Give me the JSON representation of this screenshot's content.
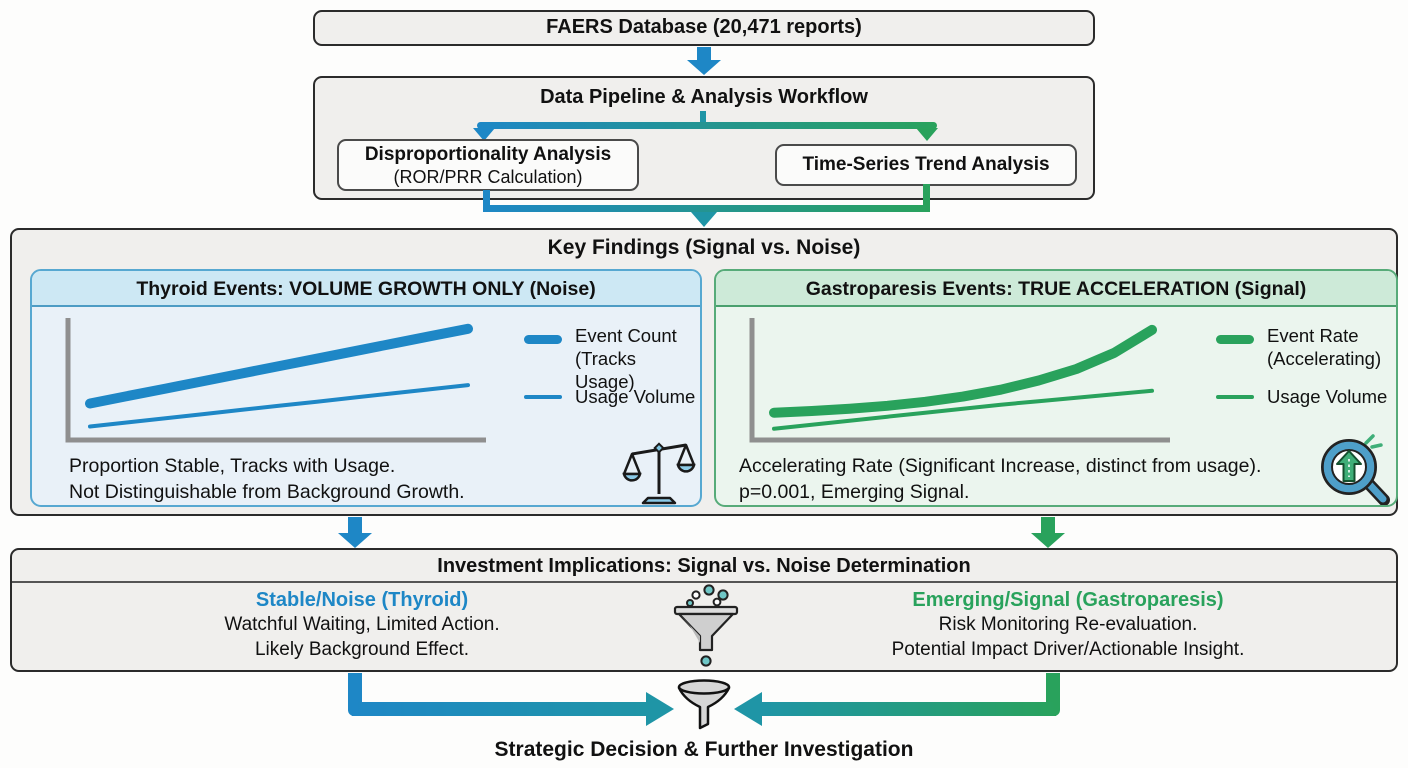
{
  "colors": {
    "blue": "#1e87c6",
    "green": "#29a25c",
    "teal_merge": "#1f95a6",
    "panel_blue_border": "#57a8d1",
    "panel_blue_header": "#cde8f4",
    "panel_blue_body": "#e9f1f8",
    "panel_green_border": "#57ab79",
    "panel_green_header": "#cdead8",
    "panel_green_body": "#ebf5ee",
    "box_bg": "#f0efed",
    "box_border": "#2b2b2b",
    "axis_gray": "#8f8f8f"
  },
  "faers_box": {
    "label": "FAERS Database (20,471 reports)"
  },
  "pipeline": {
    "title": "Data Pipeline & Analysis Workflow",
    "left_box": {
      "line1": "Disproportionality Analysis",
      "line2": "(ROR/PRR Calculation)"
    },
    "right_box": {
      "label": "Time-Series Trend Analysis"
    }
  },
  "key_findings": {
    "title": "Key Findings (Signal vs. Noise)",
    "thyroid_panel": {
      "title": "Thyroid Events: VOLUME GROWTH ONLY (Noise)",
      "legend_event": {
        "line1": "Event Count",
        "line2": "(Tracks Usage)"
      },
      "legend_usage": {
        "label": "Usage Volume"
      },
      "caption_line1": "Proportion Stable, Tracks with Usage.",
      "caption_line2": "Not Distinguishable from Background Growth.",
      "icon": "balance-scale-icon"
    },
    "gastro_panel": {
      "title": "Gastroparesis Events: TRUE ACCELERATION (Signal)",
      "legend_event": {
        "line1": "Event Rate",
        "line2": "(Accelerating)"
      },
      "legend_usage": {
        "label": "Usage Volume"
      },
      "caption_line1": "Accelerating Rate (Significant Increase, distinct from usage).",
      "caption_line2": "p=0.001, Emerging Signal.",
      "icon": "magnifier-growth-icon"
    }
  },
  "implications": {
    "title": "Investment Implications: Signal vs. Noise Determination",
    "left": {
      "heading": "Stable/Noise (Thyroid)",
      "line1": "Watchful Waiting, Limited Action.",
      "line2": "Likely Background Effect."
    },
    "right": {
      "heading": "Emerging/Signal (Gastroparesis)",
      "line1": "Risk Monitoring Re-evaluation.",
      "line2": "Potential Impact Driver/Actionable Insight."
    },
    "icon": "funnel-bubbles-icon"
  },
  "footer": {
    "label": "Strategic Decision & Further Investigation",
    "icon": "funnel-icon"
  },
  "chart_data": [
    {
      "type": "line",
      "title": "Thyroid Events: VOLUME GROWTH ONLY (Noise)",
      "x": [
        0,
        1,
        2,
        3,
        4,
        5,
        6,
        7,
        8,
        9,
        10
      ],
      "series": [
        {
          "name": "Event Count (Tracks Usage)",
          "style": "thick",
          "values": [
            30,
            36.5,
            43,
            49.5,
            56,
            62.5,
            69,
            75.5,
            82,
            88.5,
            95
          ]
        },
        {
          "name": "Usage Volume",
          "style": "thin",
          "values": [
            10,
            13.6,
            17.2,
            20.8,
            24.4,
            28,
            31.6,
            35.2,
            38.8,
            42.4,
            46
          ]
        }
      ],
      "xlabel": "",
      "ylabel": "",
      "ylim": [
        0,
        100
      ],
      "grid": false,
      "legend_position": "right",
      "annotation": "Proportion Stable, Tracks with Usage. Not Distinguishable from Background Growth."
    },
    {
      "type": "line",
      "title": "Gastroparesis Events: TRUE ACCELERATION (Signal)",
      "x": [
        0,
        1,
        2,
        3,
        4,
        5,
        6,
        7,
        8,
        9,
        10
      ],
      "series": [
        {
          "name": "Event Rate (Accelerating)",
          "style": "thick",
          "values": [
            22,
            23.5,
            25.5,
            28,
            31.5,
            36,
            42,
            50,
            60,
            74,
            94
          ]
        },
        {
          "name": "Usage Volume",
          "style": "thin",
          "values": [
            8,
            11.5,
            15,
            18.5,
            22,
            25.5,
            29,
            32,
            35,
            38,
            41
          ]
        }
      ],
      "xlabel": "",
      "ylabel": "",
      "ylim": [
        0,
        100
      ],
      "grid": false,
      "legend_position": "right",
      "annotation": "Accelerating Rate (Significant Increase, distinct from usage). p=0.001, Emerging Signal."
    }
  ]
}
